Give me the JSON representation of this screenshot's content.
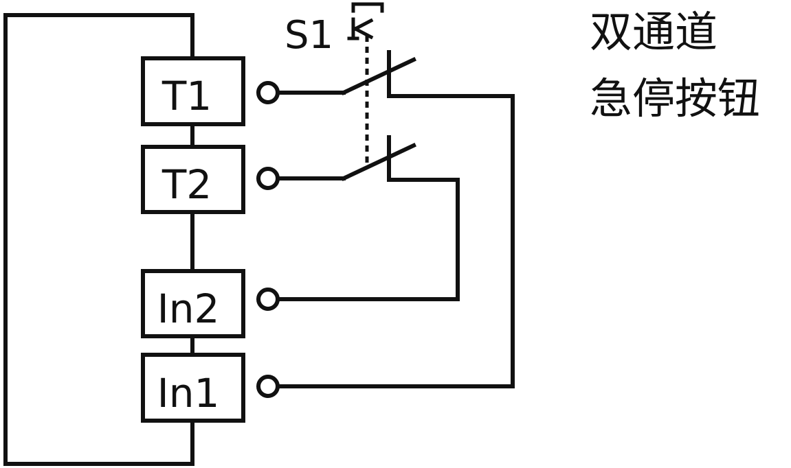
{
  "terminals": {
    "t1": "T1",
    "t2": "T2",
    "in2": "In2",
    "in1": "In1"
  },
  "switch": {
    "label": "S1"
  },
  "title": {
    "line1": "双通道",
    "line2": "急停按钮"
  }
}
